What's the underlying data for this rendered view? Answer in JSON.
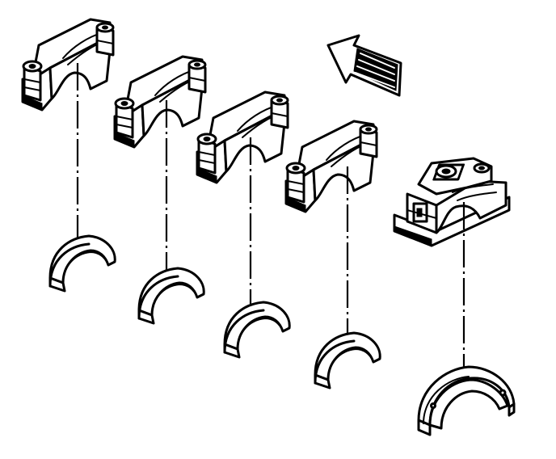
{
  "diagram": {
    "caps": [
      {
        "name": "bearing-cap-1",
        "type": "standard"
      },
      {
        "name": "bearing-cap-2",
        "type": "standard"
      },
      {
        "name": "bearing-cap-3",
        "type": "standard"
      },
      {
        "name": "bearing-cap-4",
        "type": "standard"
      },
      {
        "name": "bearing-cap-5",
        "type": "rear-with-oil-pump-mount"
      }
    ],
    "shells": [
      {
        "name": "bearing-shell-1",
        "type": "standard"
      },
      {
        "name": "bearing-shell-2",
        "type": "standard"
      },
      {
        "name": "bearing-shell-3",
        "type": "standard"
      },
      {
        "name": "bearing-shell-4",
        "type": "standard"
      },
      {
        "name": "bearing-shell-5",
        "type": "thrust-flanged"
      }
    ],
    "arrow": {
      "icon": "direction-arrow-icon",
      "meaning": "front"
    },
    "colors": {
      "ink": "#000000",
      "paper": "#ffffff"
    }
  }
}
